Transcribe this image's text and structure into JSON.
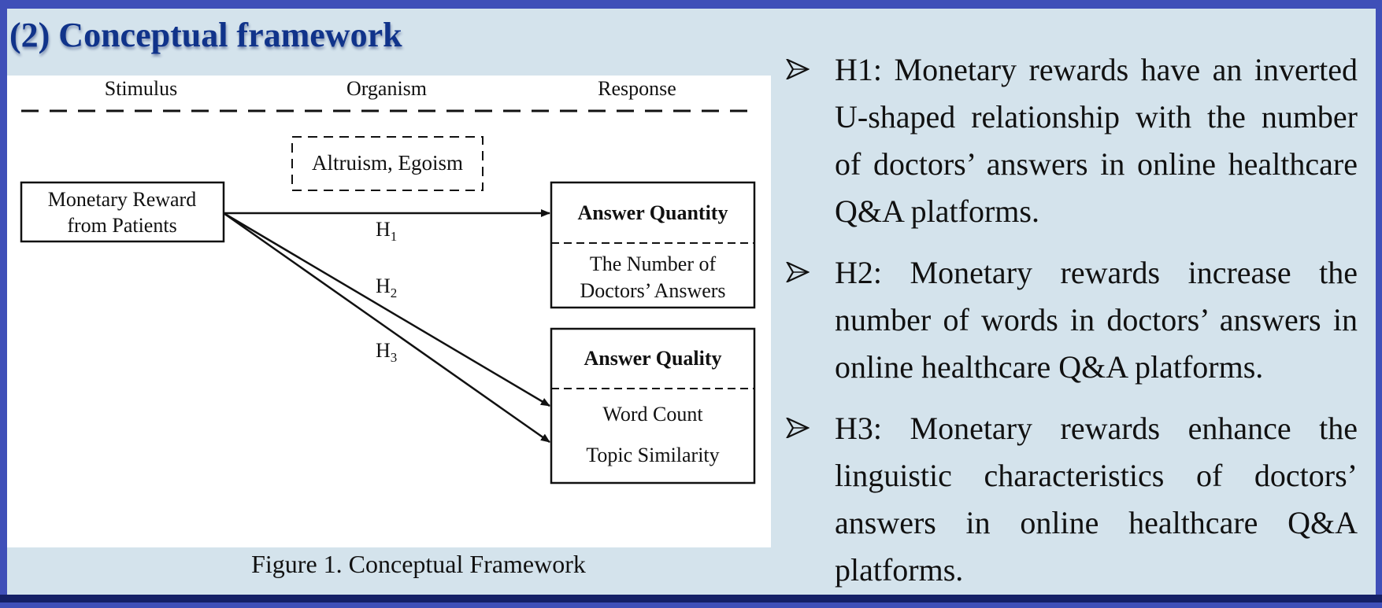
{
  "slide": {
    "title": "(2) Conceptual framework"
  },
  "diagram": {
    "stages": [
      "Stimulus",
      "Organism",
      "Response"
    ],
    "organism_box": "Altruism, Egoism",
    "stimulus_box": [
      "Monetary Reward",
      "from Patients"
    ],
    "quantity_box": {
      "title": "Answer Quantity",
      "items": [
        "The Number of",
        "Doctors’ Answers"
      ]
    },
    "quality_box": {
      "title": "Answer Quality",
      "items": [
        "Word Count",
        "Topic Similarity"
      ]
    },
    "paths": [
      {
        "label": "H",
        "sub": "1"
      },
      {
        "label": "H",
        "sub": "2"
      },
      {
        "label": "H",
        "sub": "3"
      }
    ],
    "caption": "Figure 1. Conceptual  Framework"
  },
  "hypotheses": [
    "H1: Monetary rewards have an inverted U-shaped relationship with the number of doctors’ answers in online healthcare Q&A platforms.",
    "H2: Monetary rewards increase the number of words in doctors’ answers in online healthcare Q&A platforms.",
    "H3: Monetary rewards enhance the linguistic characteristics of doctors’ answers in online healthcare Q&A platforms."
  ],
  "colors": {
    "background": "#d4e3ec",
    "frame": "#3f4fb8",
    "bottom_bar": "#142066",
    "title": "#10338a"
  },
  "icons": {
    "bullet": "arrowhead-bullet-icon"
  }
}
